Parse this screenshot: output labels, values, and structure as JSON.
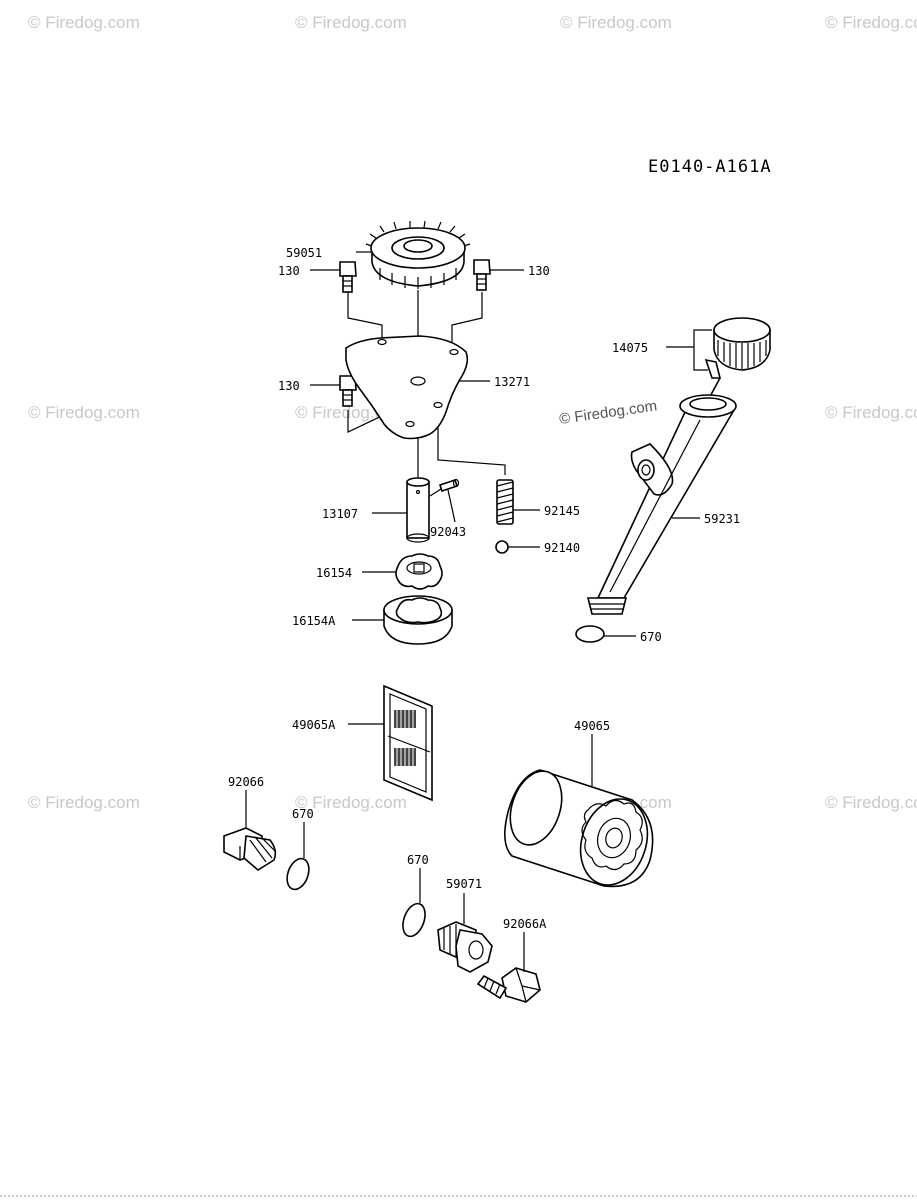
{
  "diagram_code": "E0140-A161A",
  "watermark": {
    "text": "© Firedog.com",
    "center_text": "© Firedog.com"
  },
  "labels": {
    "p59051": "59051",
    "p130_left_top": "130",
    "p130_right_top": "130",
    "p130_left_mid": "130",
    "p13271": "13271",
    "p14075": "14075",
    "p13107": "13107",
    "p92043": "92043",
    "p92145": "92145",
    "p92140": "92140",
    "p59231": "59231",
    "p16154": "16154",
    "p16154A": "16154A",
    "p670_top": "670",
    "p49065A": "49065A",
    "p49065": "49065",
    "p92066": "92066",
    "p670_mid": "670",
    "p670_low": "670",
    "p59071": "59071",
    "p92066A": "92066A"
  },
  "icons": {
    "gear": "gear-icon",
    "bolt": "bolt-icon",
    "plate": "pump-cover-plate-icon",
    "cap": "dipstick-cap-icon",
    "tube": "oil-filler-tube-icon",
    "shaft": "shaft-icon",
    "pin": "pin-icon",
    "spring": "spring-icon",
    "ball": "ball-icon",
    "rotor_inner": "inner-rotor-icon",
    "rotor_outer": "outer-rotor-icon",
    "oring": "o-ring-icon",
    "screen": "oil-screen-icon",
    "filter": "oil-filter-icon",
    "plug": "drain-plug-icon",
    "fitting": "fitting-icon"
  }
}
